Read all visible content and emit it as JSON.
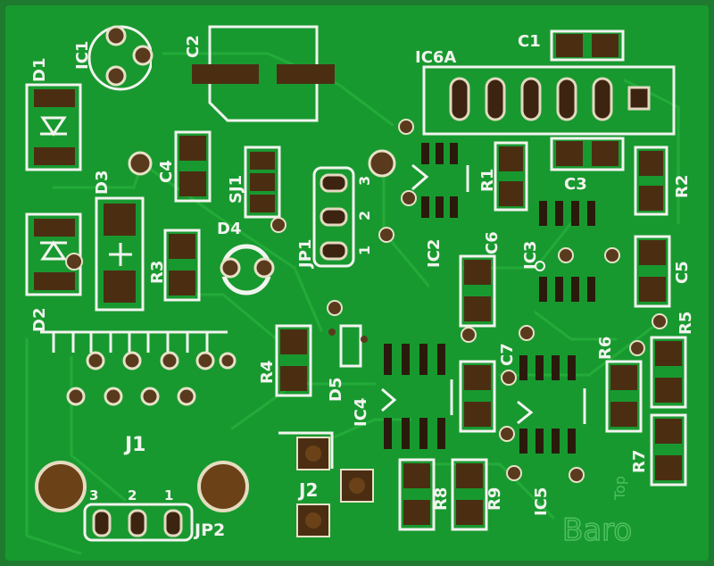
{
  "board": {
    "colors": {
      "background": "#c9c4bf",
      "substrate": "#1e7a2e",
      "mask": "#18992f",
      "trace": "#22a837",
      "silkscreen": "#f2f4ef",
      "copper_pad": "#4b2e12",
      "via": "#5a3a1d"
    },
    "labels": {
      "ic1": "IC1",
      "c2": "C2",
      "c1": "C1",
      "ic6a": "IC6A",
      "d1": "D1",
      "c4": "C4",
      "d3": "D3",
      "sj1": "SJ1",
      "jp1": "JP1",
      "jp1_pin3": "3",
      "jp1_pin2": "2",
      "jp1_pin1": "1",
      "r1": "R1",
      "c3": "C3",
      "r2": "R2",
      "d4": "D4",
      "r3": "R3",
      "ic2": "IC2",
      "c6": "C6",
      "ic3": "IC3",
      "c5": "C5",
      "d2": "D2",
      "r5": "R5",
      "r6": "R6",
      "r4": "R4",
      "c7": "C7",
      "d5": "D5",
      "ic4": "IC4",
      "j1": "J1",
      "r7": "R7",
      "j2": "J2",
      "r8": "R8",
      "r9": "R9",
      "ic5": "IC5",
      "jp2": "JP2",
      "jp2_pin3": "3",
      "jp2_pin2": "2",
      "jp2_pin1": "1",
      "top": "Top",
      "baro": "Baro"
    }
  }
}
